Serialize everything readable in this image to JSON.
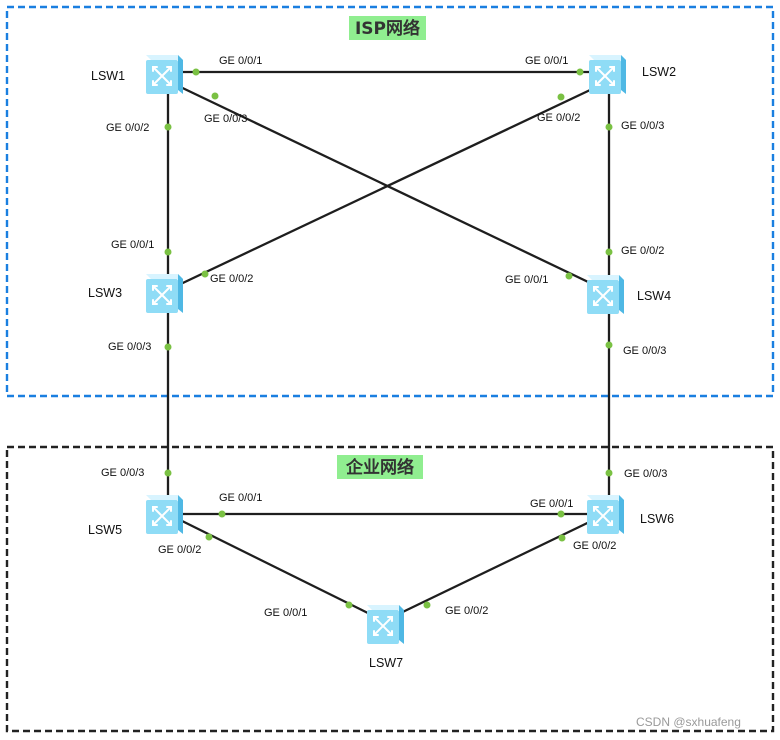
{
  "zones": {
    "isp": {
      "title": "ISP网络",
      "border_color": "#1a7fe0",
      "label_bg": "#90ee90"
    },
    "enterprise": {
      "title": "企业网络",
      "border_color": "#222222",
      "label_bg": "#90ee90"
    }
  },
  "switches": {
    "lsw1": {
      "name": "LSW1"
    },
    "lsw2": {
      "name": "LSW2"
    },
    "lsw3": {
      "name": "LSW3"
    },
    "lsw4": {
      "name": "LSW4"
    },
    "lsw5": {
      "name": "LSW5"
    },
    "lsw6": {
      "name": "LSW6"
    },
    "lsw7": {
      "name": "LSW7"
    }
  },
  "ports": {
    "lsw1_lsw2_a": "GE 0/0/1",
    "lsw1_lsw2_b": "GE 0/0/1",
    "lsw1_lsw4_a": "GE 0/0/3",
    "lsw1_lsw4_b": "GE 0/0/1",
    "lsw1_lsw3_a": "GE 0/0/2",
    "lsw1_lsw3_b": "GE 0/0/1",
    "lsw2_lsw3_a": "GE 0/0/2",
    "lsw2_lsw3_b": "GE 0/0/2",
    "lsw2_lsw4_a": "GE 0/0/3",
    "lsw2_lsw4_b": "GE 0/0/2",
    "lsw3_lsw5_a": "GE 0/0/3",
    "lsw3_lsw5_b": "GE 0/0/3",
    "lsw4_lsw6_a": "GE 0/0/3",
    "lsw4_lsw6_b": "GE 0/0/3",
    "lsw5_lsw6_a": "GE 0/0/1",
    "lsw5_lsw6_b": "GE 0/0/1",
    "lsw5_lsw7_a": "GE 0/0/2",
    "lsw5_lsw7_b": "GE 0/0/1",
    "lsw6_lsw7_a": "GE 0/0/2",
    "lsw6_lsw7_b": "GE 0/0/2"
  },
  "colors": {
    "link": "#1e1e1e",
    "port_dot": "#7ac143",
    "switch_top": "#d8f4ff",
    "switch_front": "#8fdcf6",
    "switch_side": "#4fb8e4",
    "switch_glyph": "#ffffff"
  },
  "icons": {
    "switch": "layer3-switch-icon"
  },
  "watermark": "CSDN @sxhuafeng"
}
